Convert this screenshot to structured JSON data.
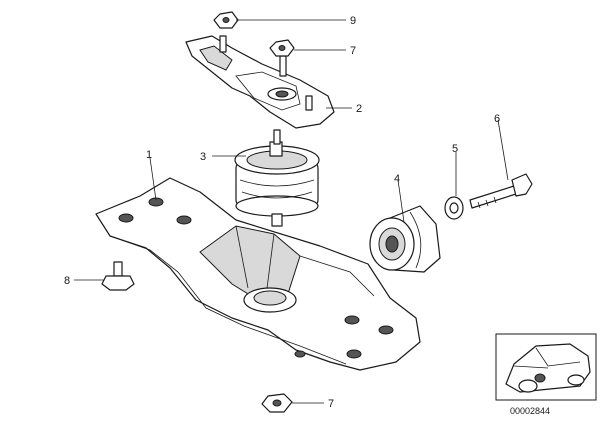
{
  "callouts": {
    "c1": "1",
    "c2": "2",
    "c3": "3",
    "c4": "4",
    "c5": "5",
    "c6": "6",
    "c7_top": "7",
    "c7_bottom": "7",
    "c8": "8",
    "c9": "9"
  },
  "reference_code": "00002844"
}
